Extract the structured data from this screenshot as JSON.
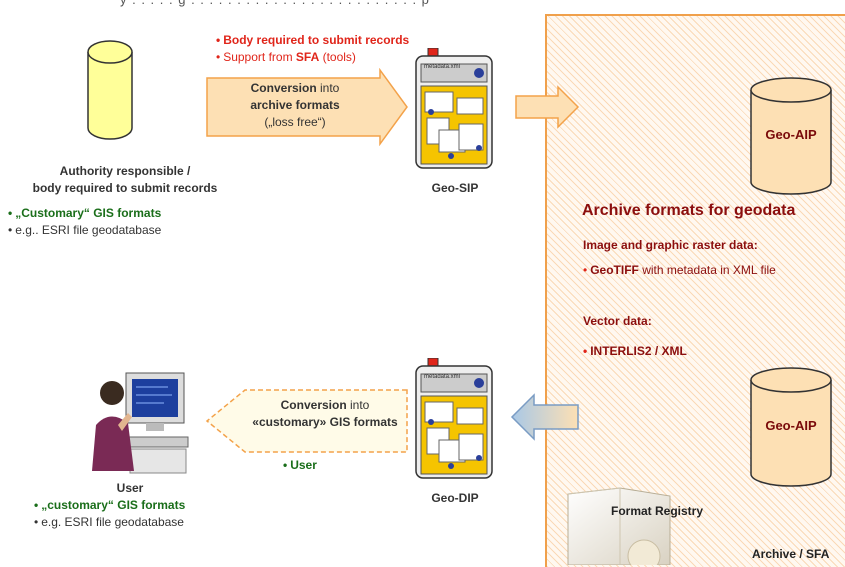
{
  "header": {
    "text": "y . . . . . g . . . . . . . . . . . . . . . . . . . . . . . . . p"
  },
  "authority": {
    "title_line1": "Authority responsible /",
    "title_line2": "body required to submit records",
    "bullet1": "„Customary“ GIS formats",
    "bullet2": "e.g.. ESRI file geodatabase"
  },
  "sip_notes": {
    "note1": "Body required to submit records",
    "note2_prefix": "Support from ",
    "note2_bold": "SFA",
    "note2_suffix": " (tools)"
  },
  "conversion_in": {
    "line1_bold": "Conversion",
    "line1_rest": " into",
    "line2": "archive formats",
    "line3": "(„loss free“)"
  },
  "geo_sip": {
    "label": "Geo-SIP",
    "doc_header": "metadata.xml"
  },
  "geo_dip": {
    "label": "Geo-DIP",
    "doc_header": "metadata.xml"
  },
  "aip_top": {
    "label": "Geo-AIP"
  },
  "aip_bottom": {
    "label": "Geo-AIP"
  },
  "archive_formats": {
    "title": "Archive formats for geodata",
    "raster_heading": "Image and graphic raster data:",
    "raster_item_bold": "GeoTIFF",
    "raster_item_rest": " with metadata in XML file",
    "vector_heading": "Vector data:",
    "vector_item": "INTERLIS2 / XML"
  },
  "conversion_out": {
    "line1_bold": "Conversion",
    "line1_rest": " into",
    "line2": "«customary» GIS formats",
    "note": "User"
  },
  "user": {
    "title": "User",
    "bullet1": "„customary“ GIS formats",
    "bullet2": "e.g. ESRI file geodatabase"
  },
  "format_registry": {
    "label": "Format Registry"
  },
  "archive_sfa": {
    "label": "Archive / SFA"
  },
  "colors": {
    "cylinder": "#ffff99",
    "archive_border": "#f0a04b",
    "box_fill": "#fde0b4",
    "box_border": "#f3a24a",
    "green": "#1a6e1a",
    "red": "#e0251a",
    "darkred": "#8b0e0e"
  }
}
